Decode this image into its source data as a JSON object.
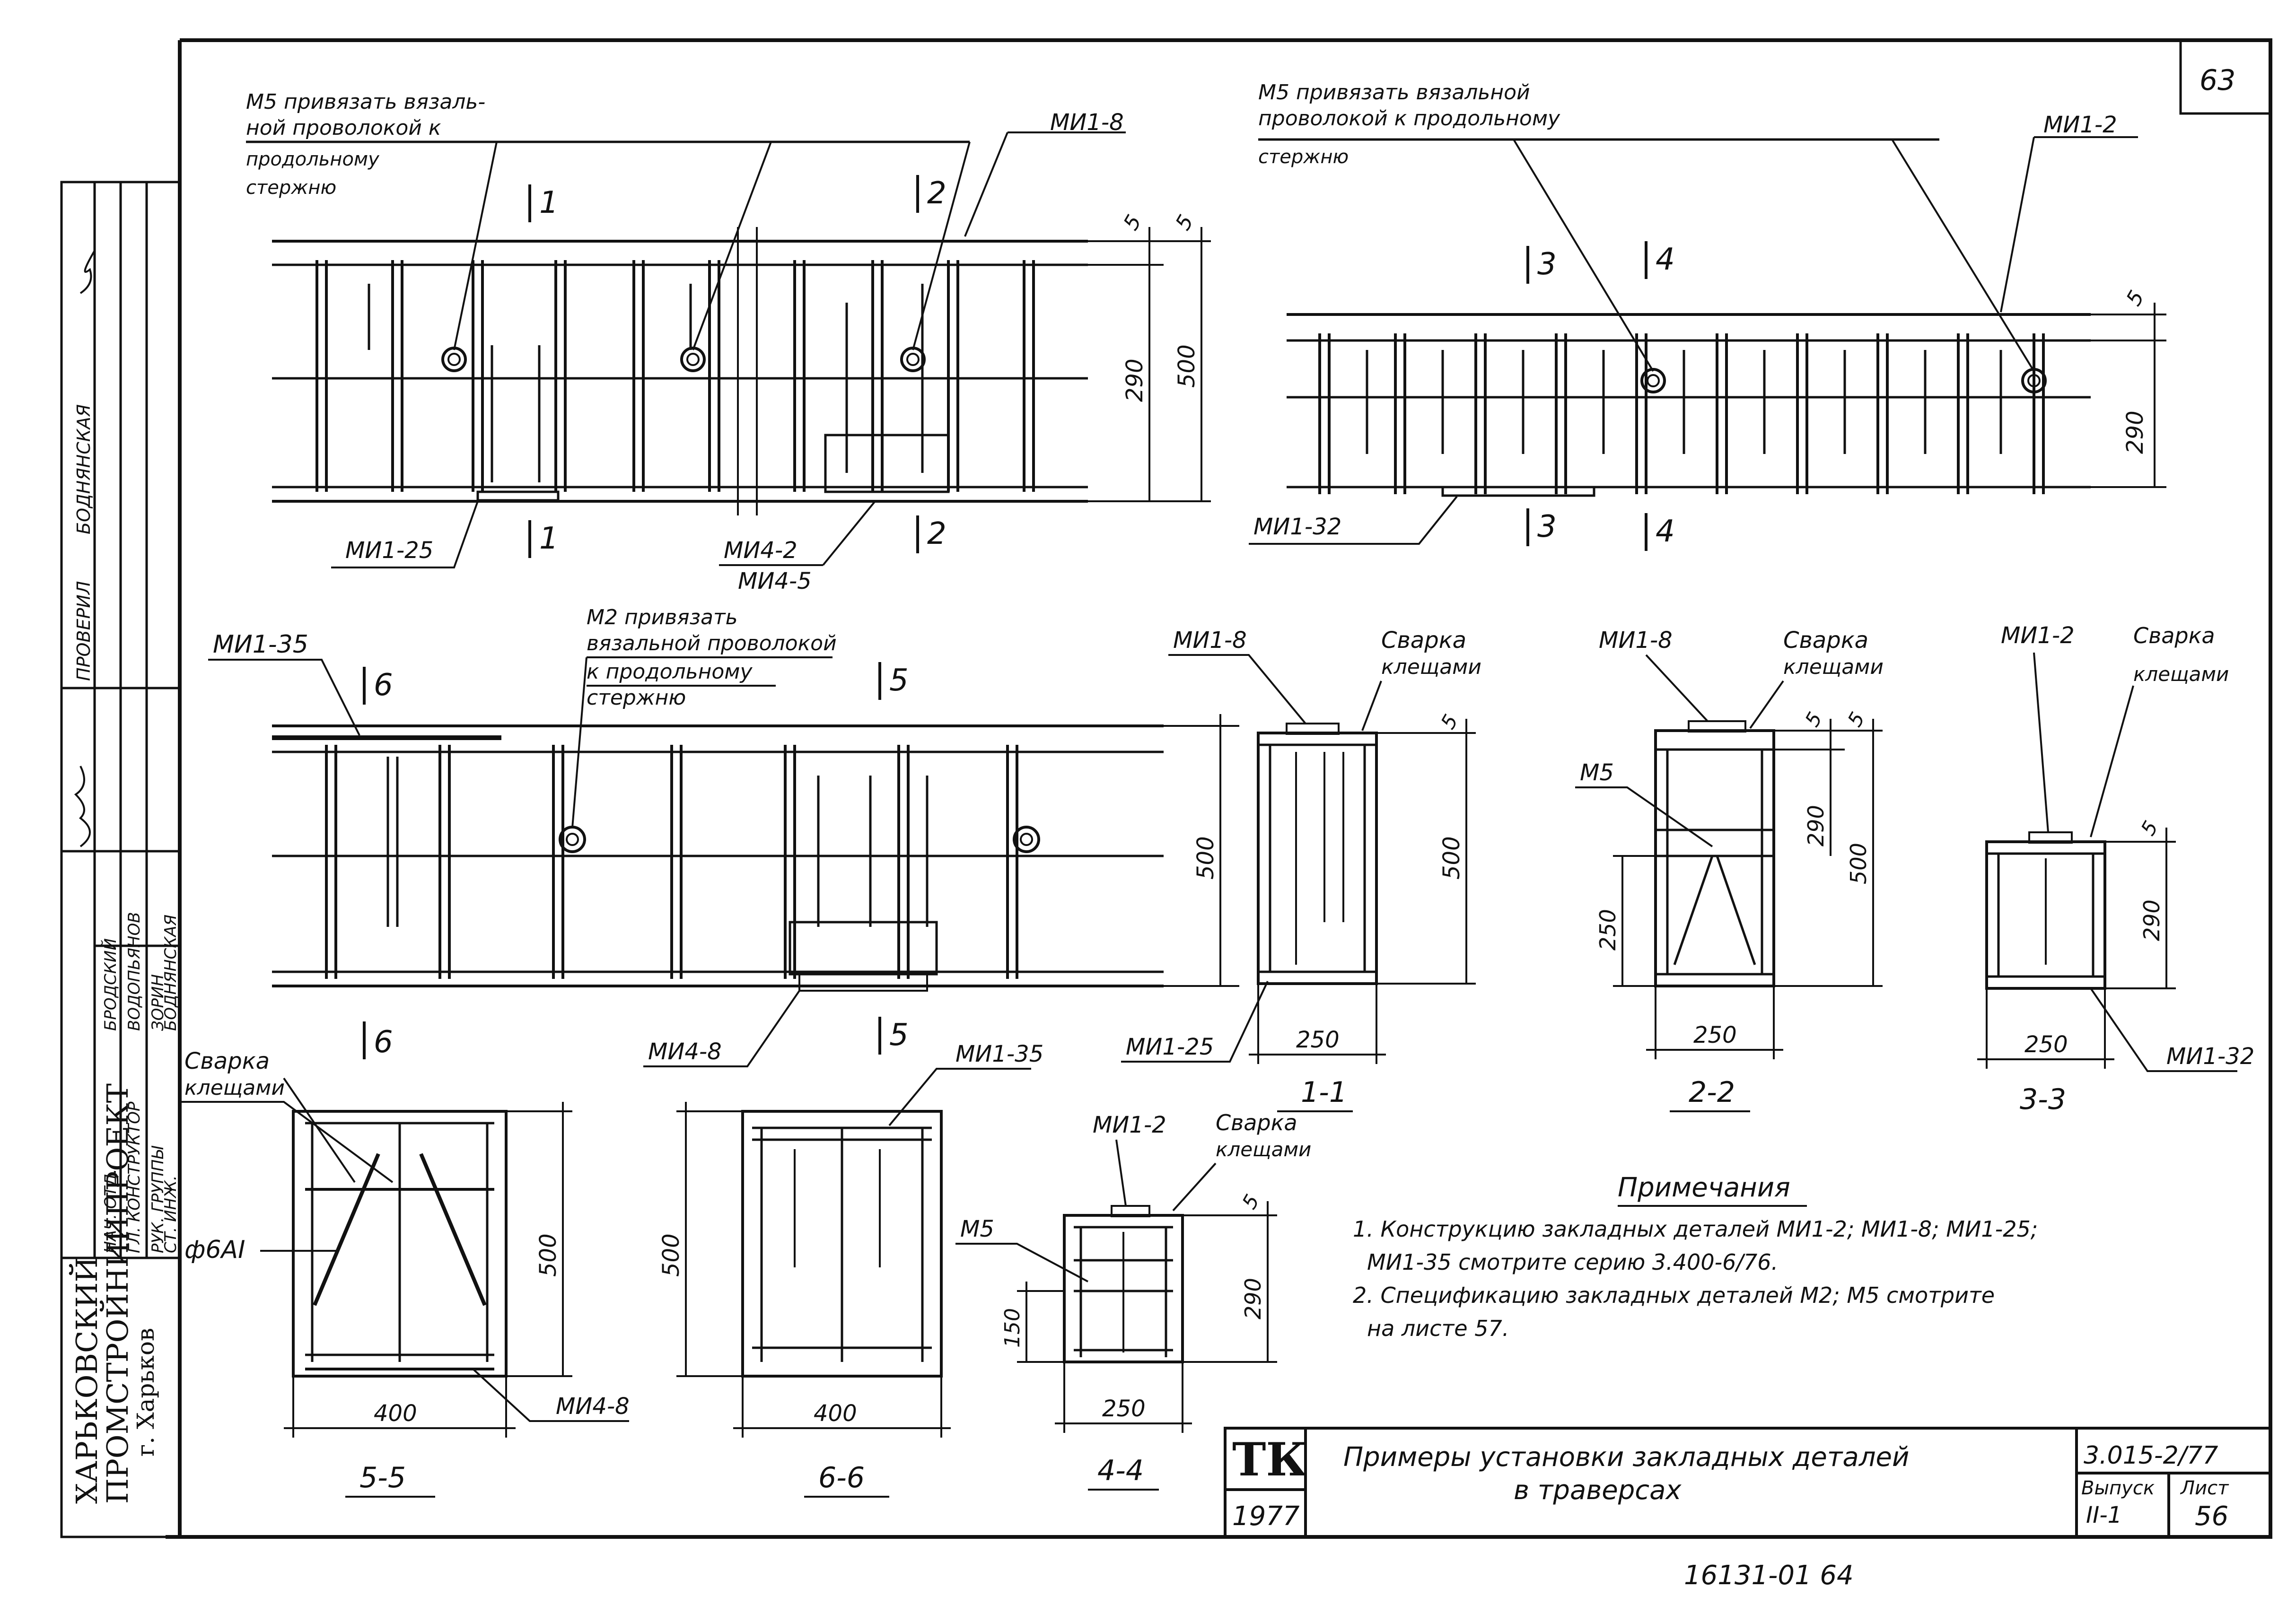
{
  "stamp": {
    "org_line1": "ХАРЬКОВСКИЙ",
    "org_line2": "ПРОМСТРОЙНИИПРОЕКТ",
    "org_line3": "г. Харьков",
    "roles": [
      "НАЧ. ОТД.",
      "ГЛ. КОНСТРУКТОР",
      "РУК. ГРУППЫ",
      "СТ. ИНЖ."
    ],
    "names": [
      "БРОДСКИЙ",
      "ВОДОПЬЯНОВ",
      "ЗОРИН",
      "БОДНЯНСКАЯ"
    ],
    "checked_label": "ПРОВЕРИЛ",
    "checked_name": "БОДНЯНСКАЯ"
  },
  "page_number_top": "63",
  "bottom_code": "16131-01  64",
  "title_block": {
    "tk": "ТК",
    "year": "1977",
    "title_line1": "Примеры установки закладных деталей",
    "title_line2": "в траверсах",
    "series": "3.015-2/77",
    "issue_label": "Выпуск",
    "issue_value": "II-1",
    "sheet_label": "Лист",
    "sheet_value": "56"
  },
  "notes": {
    "heading": "Примечания",
    "line1": "1. Конструкцию закладных деталей МИ1-2; МИ1-8; МИ1-25;",
    "line2": "МИ1-35 смотрите серию 3.400-6/76.",
    "line3": "2. Спецификацию закладных деталей М2; М5 смотрите",
    "line4": "на листе 57."
  },
  "callouts": {
    "m5_tie_1a": "М5 привязать вязаль-",
    "m5_tie_1b": "ной проволокой к",
    "m5_tie_1c": "продольному",
    "m5_tie_1d": "стержню",
    "m5_tie_2a": "М5 привязать вязальной",
    "m5_tie_2b": "проволокой к продольному",
    "m5_tie_2c": "стержню",
    "m2_tie_a": "М2 привязать",
    "m2_tie_b": "вязальной проволокой",
    "m2_tie_c": "к продольному",
    "m2_tie_d": "стержню",
    "weld": "Сварка",
    "weld2": "клещами"
  },
  "marks": {
    "mi1_8": "МИ1-8",
    "mi1_2": "МИ1-2",
    "mi1_25": "МИ1-25",
    "mi1_32": "МИ1-32",
    "mi1_35": "МИ1-35",
    "mi4_2": "МИ4-2",
    "mi4_5": "МИ4-5",
    "mi4_8": "МИ4-8",
    "m5": "М5",
    "d6ai": "ф6АI"
  },
  "cuts": [
    "1",
    "2",
    "3",
    "4",
    "5",
    "6"
  ],
  "sections": {
    "s11": "1-1",
    "s22": "2-2",
    "s33": "3-3",
    "s44": "4-4",
    "s55": "5-5",
    "s66": "6-6"
  },
  "dims": {
    "d5": "5",
    "d290": "290",
    "d500": "500",
    "d250": "250",
    "d400": "400",
    "d150": "150"
  }
}
